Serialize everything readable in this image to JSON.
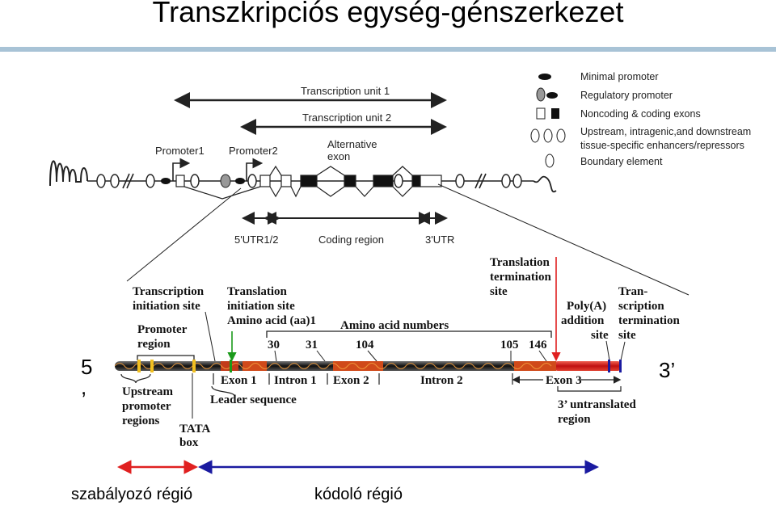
{
  "title": "Transzkripciós egység-génszerkezet",
  "top_diagram": {
    "tu1": "Transcription unit 1",
    "tu2": "Transcription unit 2",
    "promoter1": "Promoter1",
    "promoter2": "Promoter2",
    "alt_exon_1": "Alternative",
    "alt_exon_2": "exon",
    "utr5": "5'UTR1/2",
    "coding": "Coding region",
    "utr3": "3'UTR"
  },
  "legend": {
    "minimal": "Minimal promoter",
    "regulatory": "Regulatory promoter",
    "exons": "Noncoding & coding exons",
    "enh1": "Upstream, intragenic,and downstream",
    "enh2": "tissue-specific enhancers/repressors",
    "boundary": "Boundary element"
  },
  "bottom_diagram": {
    "tis_1": "Transcription",
    "tis_2": "initiation site",
    "trans_init_1": "Translation",
    "trans_init_2": "initiation site",
    "trans_init_3": "Amino acid (aa)1",
    "promoter_1": "Promoter",
    "promoter_2": "region",
    "aa_numbers": "Amino acid numbers",
    "aa": [
      "30",
      "31",
      "104",
      "105",
      "146"
    ],
    "term_1": "Translation",
    "term_2": "termination",
    "term_3": "site",
    "polya_1": "Poly(A)",
    "polya_2": "addition",
    "polya_3": "site",
    "tts_1": "Tran-",
    "tts_2": "scription",
    "tts_3": "termination",
    "tts_4": "site",
    "exon1": "Exon 1",
    "intron1": "Intron 1",
    "exon2": "Exon 2",
    "intron2": "Intron 2",
    "exon3": "Exon 3",
    "leader": "Leader sequence",
    "upstream_1": "Upstream",
    "upstream_2": "promoter",
    "upstream_3": "regions",
    "tata_1": "TATA",
    "tata_2": "box",
    "utr3_1": "3’ untranslated",
    "utr3_2": "region"
  },
  "end5_a": "5",
  "end5_b": ",",
  "end3": "3’",
  "regulatory_label": "szabályozó régió",
  "coding_label": "kódoló régió",
  "colors": {
    "red": "#e02020",
    "blue": "#1a1aa0",
    "bar": "#a8c3d6"
  }
}
